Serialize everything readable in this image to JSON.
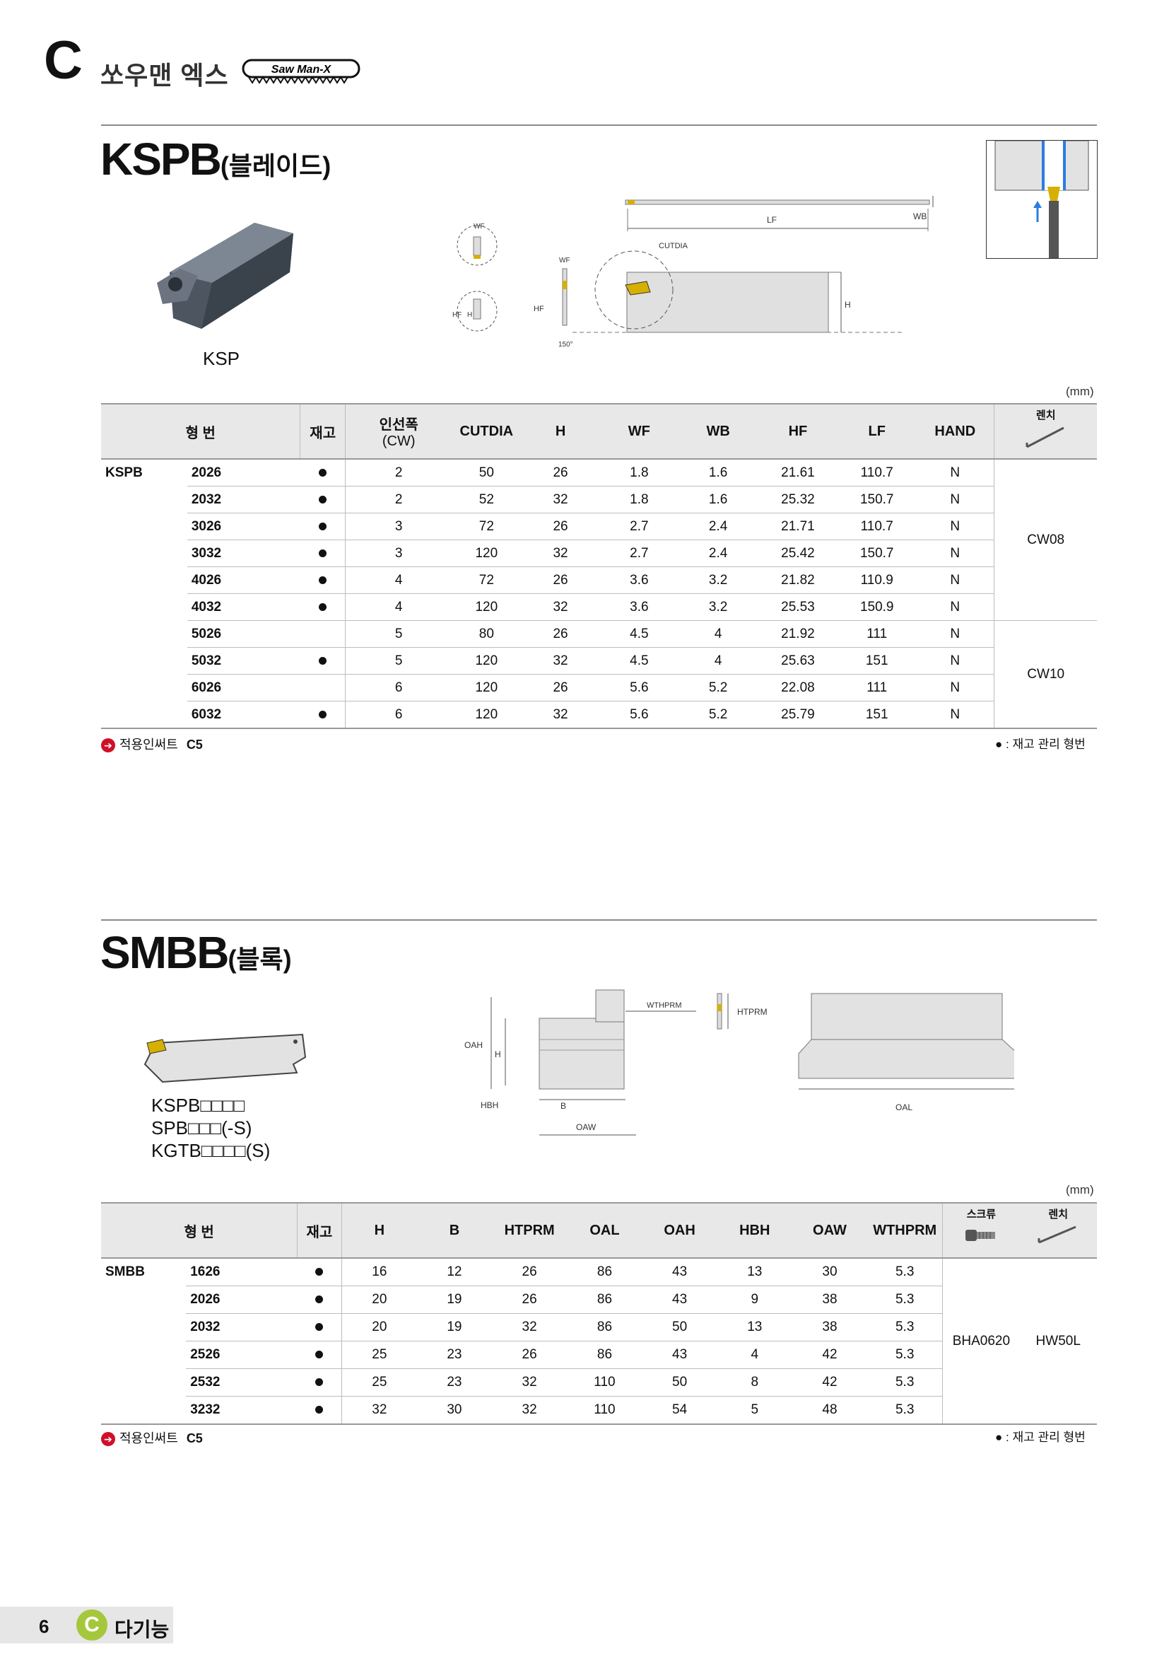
{
  "header": {
    "letter": "C",
    "title": "쏘우맨 엑스",
    "logo_text": "Saw Man-X"
  },
  "kspb": {
    "title": "KSPB",
    "subtitle": "(블레이드)",
    "image_caption": "KSP",
    "unit": "(mm)",
    "diagram_labels": {
      "lf": "LF",
      "wb": "WB",
      "wf": "WF",
      "cutdia": "CUTDIA",
      "hf": "HF",
      "h": "H",
      "angle": "150°"
    },
    "headers": {
      "model": "형 번",
      "stock": "재고",
      "cw_line1": "인선폭",
      "cw_line2": "(CW)",
      "cutdia": "CUTDIA",
      "h": "H",
      "wf": "WF",
      "wb": "WB",
      "hf": "HF",
      "lf": "LF",
      "hand": "HAND",
      "wrench": "렌치"
    },
    "series": "KSPB",
    "rows": [
      {
        "model": "2026",
        "stock": true,
        "cw": "2",
        "cutdia": "50",
        "h": "26",
        "wf": "1.8",
        "wb": "1.6",
        "hf": "21.61",
        "lf": "110.7",
        "hand": "N"
      },
      {
        "model": "2032",
        "stock": true,
        "cw": "2",
        "cutdia": "52",
        "h": "32",
        "wf": "1.8",
        "wb": "1.6",
        "hf": "25.32",
        "lf": "150.7",
        "hand": "N"
      },
      {
        "model": "3026",
        "stock": true,
        "cw": "3",
        "cutdia": "72",
        "h": "26",
        "wf": "2.7",
        "wb": "2.4",
        "hf": "21.71",
        "lf": "110.7",
        "hand": "N"
      },
      {
        "model": "3032",
        "stock": true,
        "cw": "3",
        "cutdia": "120",
        "h": "32",
        "wf": "2.7",
        "wb": "2.4",
        "hf": "25.42",
        "lf": "150.7",
        "hand": "N"
      },
      {
        "model": "4026",
        "stock": true,
        "cw": "4",
        "cutdia": "72",
        "h": "26",
        "wf": "3.6",
        "wb": "3.2",
        "hf": "21.82",
        "lf": "110.9",
        "hand": "N"
      },
      {
        "model": "4032",
        "stock": true,
        "cw": "4",
        "cutdia": "120",
        "h": "32",
        "wf": "3.6",
        "wb": "3.2",
        "hf": "25.53",
        "lf": "150.9",
        "hand": "N"
      },
      {
        "model": "5026",
        "stock": false,
        "cw": "5",
        "cutdia": "80",
        "h": "26",
        "wf": "4.5",
        "wb": "4",
        "hf": "21.92",
        "lf": "111",
        "hand": "N"
      },
      {
        "model": "5032",
        "stock": true,
        "cw": "5",
        "cutdia": "120",
        "h": "32",
        "wf": "4.5",
        "wb": "4",
        "hf": "25.63",
        "lf": "151",
        "hand": "N"
      },
      {
        "model": "6026",
        "stock": false,
        "cw": "6",
        "cutdia": "120",
        "h": "26",
        "wf": "5.6",
        "wb": "5.2",
        "hf": "22.08",
        "lf": "111",
        "hand": "N"
      },
      {
        "model": "6032",
        "stock": true,
        "cw": "6",
        "cutdia": "120",
        "h": "32",
        "wf": "5.6",
        "wb": "5.2",
        "hf": "25.79",
        "lf": "151",
        "hand": "N"
      }
    ],
    "wrench_groups": [
      "CW08",
      "CW10"
    ],
    "footnote_label": "적용인써트",
    "footnote_value": "C5",
    "legend": "● : 재고 관리 형번"
  },
  "smbb": {
    "title": "SMBB",
    "subtitle": "(블록)",
    "captions": [
      "KSPB□□□□",
      "SPB□□□(-S)",
      "KGTB□□□□(S)"
    ],
    "unit": "(mm)",
    "diagram_labels": {
      "oah": "OAH",
      "h": "H",
      "hbh": "HBH",
      "b": "B",
      "oaw": "OAW",
      "wthprm": "WTHPRM",
      "htprm": "HTPRM",
      "oal": "OAL"
    },
    "headers": {
      "model": "형 번",
      "stock": "재고",
      "h": "H",
      "b": "B",
      "htprm": "HTPRM",
      "oal": "OAL",
      "oah": "OAH",
      "hbh": "HBH",
      "oaw": "OAW",
      "wthprm": "WTHPRM",
      "screw": "스크류",
      "wrench": "렌치"
    },
    "series": "SMBB",
    "rows": [
      {
        "model": "1626",
        "stock": true,
        "h": "16",
        "b": "12",
        "htprm": "26",
        "oal": "86",
        "oah": "43",
        "hbh": "13",
        "oaw": "30",
        "wthprm": "5.3"
      },
      {
        "model": "2026",
        "stock": true,
        "h": "20",
        "b": "19",
        "htprm": "26",
        "oal": "86",
        "oah": "43",
        "hbh": "9",
        "oaw": "38",
        "wthprm": "5.3"
      },
      {
        "model": "2032",
        "stock": true,
        "h": "20",
        "b": "19",
        "htprm": "32",
        "oal": "86",
        "oah": "50",
        "hbh": "13",
        "oaw": "38",
        "wthprm": "5.3"
      },
      {
        "model": "2526",
        "stock": true,
        "h": "25",
        "b": "23",
        "htprm": "26",
        "oal": "86",
        "oah": "43",
        "hbh": "4",
        "oaw": "42",
        "wthprm": "5.3"
      },
      {
        "model": "2532",
        "stock": true,
        "h": "25",
        "b": "23",
        "htprm": "32",
        "oal": "110",
        "oah": "50",
        "hbh": "8",
        "oaw": "42",
        "wthprm": "5.3"
      },
      {
        "model": "3232",
        "stock": true,
        "h": "32",
        "b": "30",
        "htprm": "32",
        "oal": "110",
        "oah": "54",
        "hbh": "5",
        "oaw": "48",
        "wthprm": "5.3"
      }
    ],
    "screw_value": "BHA0620",
    "wrench_value": "HW50L",
    "footnote_label": "적용인써트",
    "footnote_value": "C5",
    "legend": "● : 재고 관리 형번"
  },
  "footer": {
    "page": "6",
    "badge": "C",
    "label": "다기능"
  }
}
